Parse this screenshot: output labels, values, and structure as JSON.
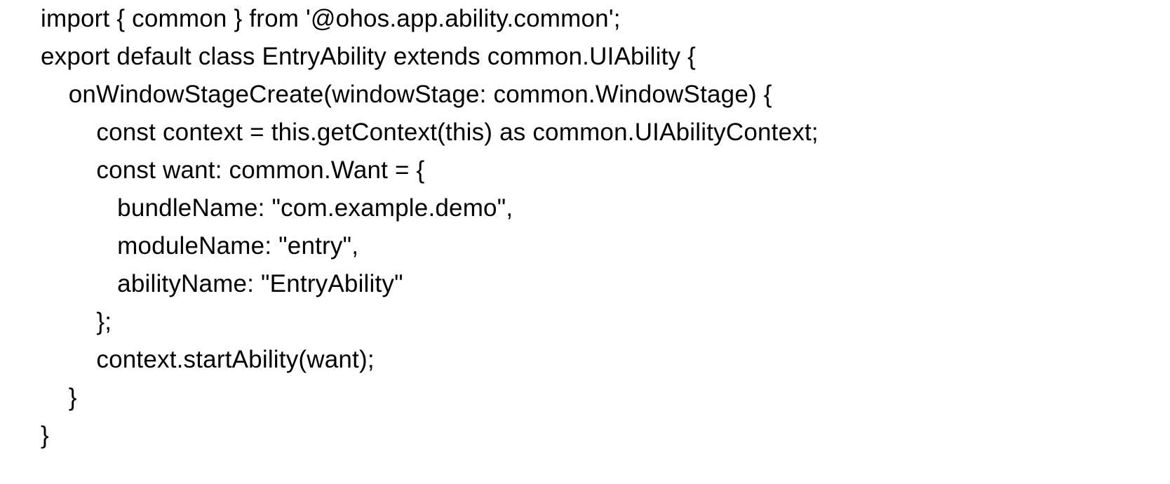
{
  "colors": {
    "background": "#ffffff",
    "text": "#000000"
  },
  "code": {
    "lines": [
      "import { common } from '@ohos.app.ability.common';",
      "export default class EntryAbility extends common.UIAbility {",
      "    onWindowStageCreate(windowStage: common.WindowStage) {",
      "        const context = this.getContext(this) as common.UIAbilityContext;",
      "        const want: common.Want = {",
      "           bundleName: \"com.example.demo\",",
      "           moduleName: \"entry\",",
      "           abilityName: \"EntryAbility\"",
      "        };",
      "        context.startAbility(want);",
      "    }",
      "}"
    ]
  }
}
